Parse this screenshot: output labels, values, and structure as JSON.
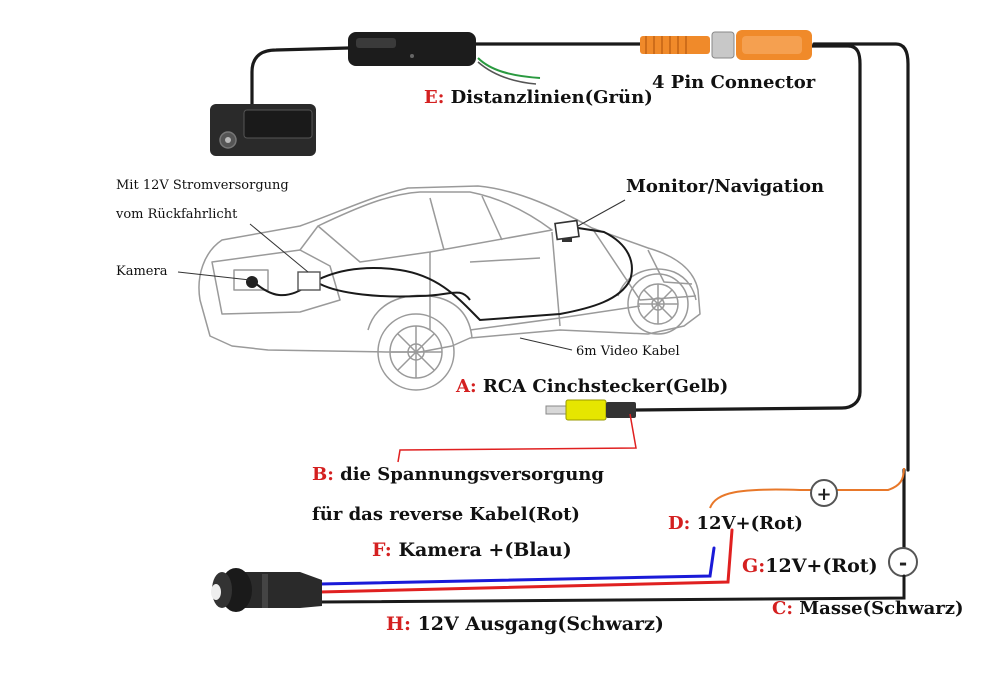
{
  "labels": {
    "e": {
      "letter": "E:",
      "text": " Distanzlinien(Grün)"
    },
    "four_pin": "4 Pin Connector",
    "stromversorgung_line1": "Mit 12V Stromversorgung",
    "stromversorgung_line2": "vom Rückfahrlicht",
    "kamera": "Kamera",
    "monitor": "Monitor/Navigation",
    "video_kabel": "6m Video Kabel",
    "a": {
      "letter": "A:",
      "text": " RCA Cinchstecker(Gelb)"
    },
    "b": {
      "letter": "B:",
      "text": "  die Spannungsversorgung",
      "line2": "für das reverse Kabel(Rot)"
    },
    "d": {
      "letter": "D:",
      "text": " 12V+(Rot)"
    },
    "f": {
      "letter": "F:",
      "text": " Kamera +(Blau)"
    },
    "g": {
      "letter": "G:",
      "text": "12V+(Rot)"
    },
    "c": {
      "letter": "C:",
      "text": " Masse(Schwarz)"
    },
    "h": {
      "letter": "H:",
      "text": " 12V Ausgang(Schwarz)"
    },
    "plus_sign": "+",
    "minus_sign": "-"
  },
  "colors": {
    "label_letter": "#d42020",
    "cable_black": "#1a1a1a",
    "wire_red": "#e02020",
    "wire_blue": "#1a1ad8",
    "wire_orange": "#e8782a",
    "wire_green": "#2a9a40",
    "connector_orange": "#f08a2a",
    "rca_yellow": "#e6e600",
    "car_outline": "#9a9a9a"
  },
  "icons": [
    "camera-icon",
    "rear-camera-module-icon",
    "monitor-icon",
    "plus-icon",
    "minus-icon",
    "rca-plug-icon",
    "four-pin-connector-icon",
    "car-icon"
  ]
}
